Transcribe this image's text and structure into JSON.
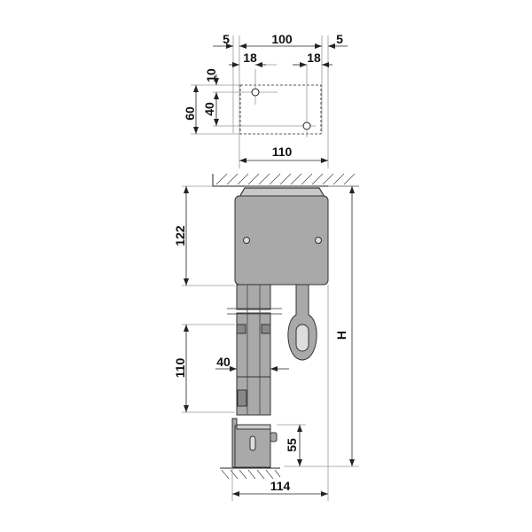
{
  "drawing": {
    "top_view": {
      "margin_left": "5",
      "width_inner": "100",
      "margin_right": "5",
      "hole_offset_left": "18",
      "hole_offset_right": "18",
      "top_offset": "10",
      "hole_spacing_vertical": "40",
      "depth": "60",
      "total_width": "110"
    },
    "front_view": {
      "housing_height": "122",
      "profile_height": "110",
      "profile_width": "40",
      "overall_height_label": "H",
      "bracket_height": "55",
      "base_width": "114"
    }
  },
  "colors": {
    "part_fill": "#a9a9a9",
    "outline": "#333333"
  }
}
